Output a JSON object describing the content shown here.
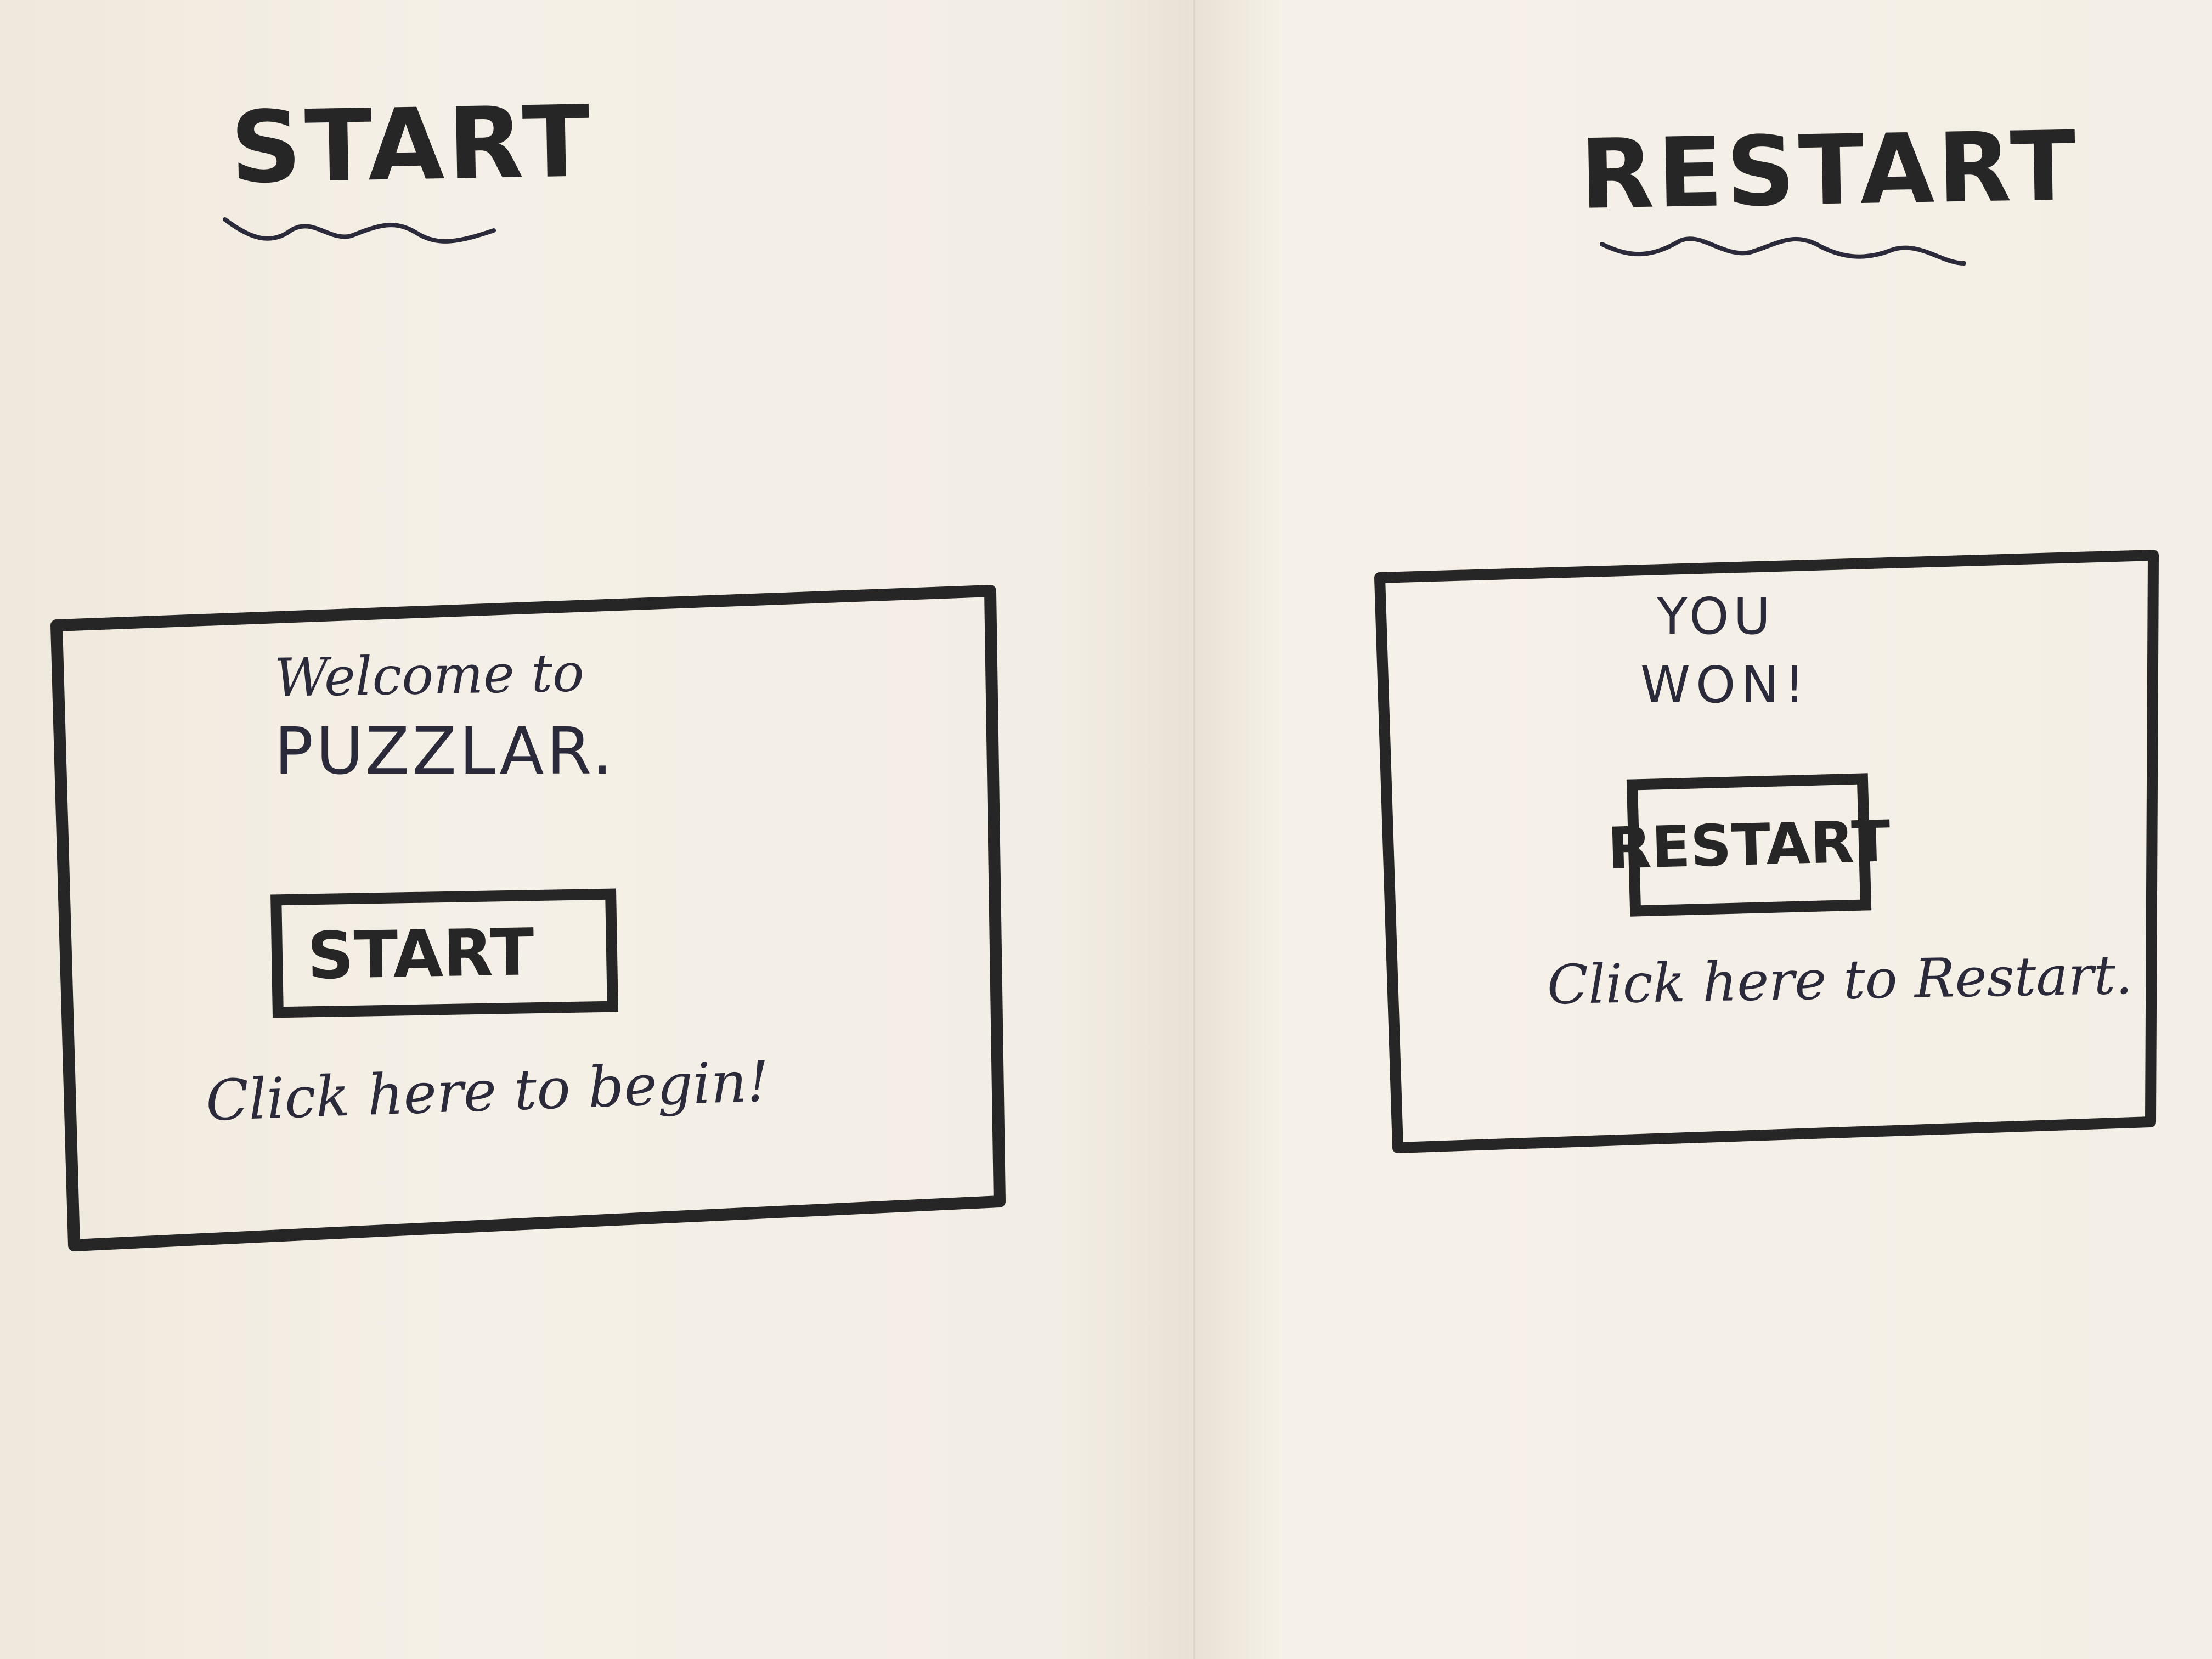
{
  "screens": [
    {
      "title": "START",
      "message_line1": "Welcome to",
      "message_line2": "PUZZLAR.",
      "button_label": "START",
      "hint": "Click here to begin!"
    },
    {
      "title": "RESTART",
      "message_line1": "YOU",
      "message_line2": "WON!",
      "button_label": "RESTART",
      "hint": "Click here to Restart."
    }
  ],
  "colors": {
    "paper": "#f2ece2",
    "marker": "#262626",
    "pen": "#2b2a3a"
  }
}
